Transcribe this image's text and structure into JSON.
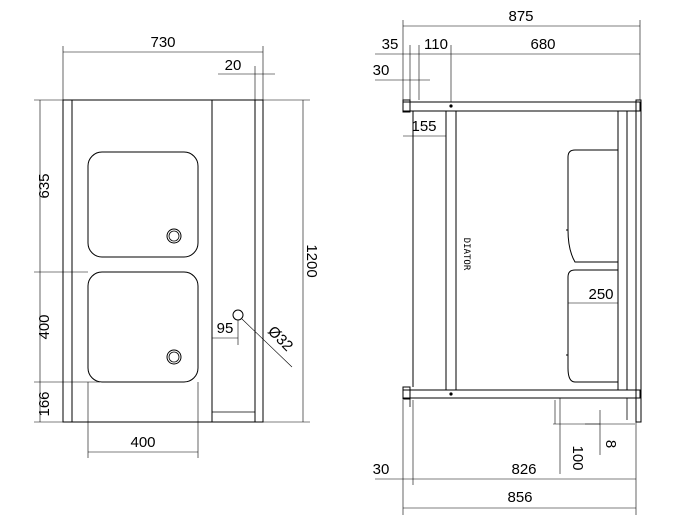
{
  "front_view": {
    "dims": {
      "total_width": "730",
      "side_gap": "20",
      "total_height": "1200",
      "upper_basin_height": "635",
      "lower_basin_height": "400",
      "bottom_height": "166",
      "basin_width": "400",
      "drain_offset": "95",
      "drain_diameter": "Ø32"
    }
  },
  "side_view": {
    "dims": {
      "total_depth": "875",
      "rail_a": "35",
      "rail_b": "110",
      "top_span": "680",
      "rail_c": "30",
      "inner_offset": "155",
      "shelf_depth": "250",
      "foot_height": "100",
      "foot_width": "8",
      "bottom_offset": "30",
      "inner_width": "826",
      "outer_width": "856"
    },
    "brand_text": "DIATOR"
  }
}
